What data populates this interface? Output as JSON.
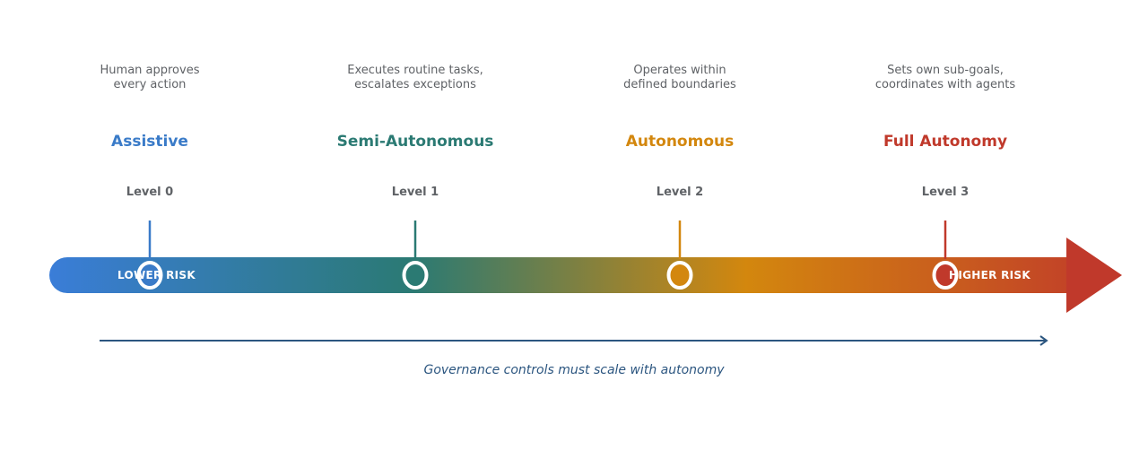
{
  "spectrum": {
    "low_label": "LOWER RISK",
    "high_label": "HIGHER RISK",
    "gradient_colors": [
      "#3a7dd8",
      "#2b7a73",
      "#d3870e",
      "#c0392b"
    ]
  },
  "levels": [
    {
      "level": "Level 0",
      "name": "Assistive",
      "description": "Human approves\nevery action",
      "color": "#3a7bc8"
    },
    {
      "level": "Level 1",
      "name": "Semi-Autonomous",
      "description": "Executes routine tasks,\nescalates exceptions",
      "color": "#2b7a73"
    },
    {
      "level": "Level 2",
      "name": "Autonomous",
      "description": "Operates within\ndefined boundaries",
      "color": "#d3870e"
    },
    {
      "level": "Level 3",
      "name": "Full Autonomy",
      "description": "Sets own sub-goals,\ncoordinates with agents",
      "color": "#c0392b"
    }
  ],
  "caption": "Governance controls must scale with autonomy",
  "caption_arrow_color": "#2c5680"
}
